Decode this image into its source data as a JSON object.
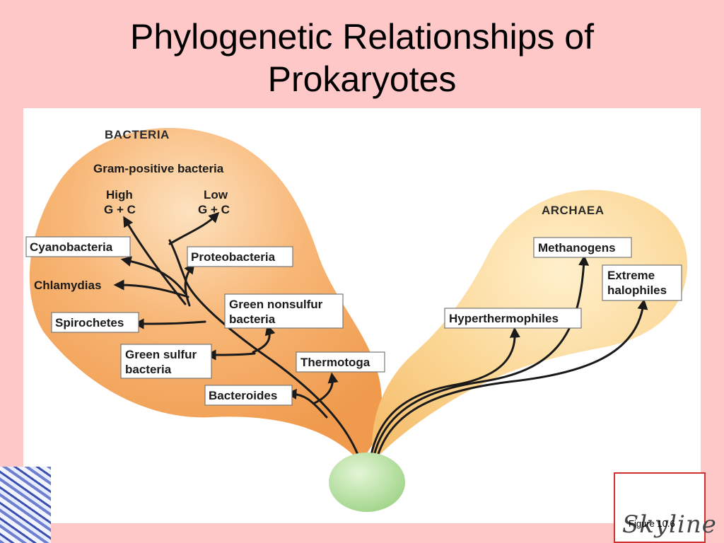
{
  "title_line1": "Phylogenetic Relationships of",
  "title_line2": "Prokaryotes",
  "bacteria": {
    "header": "BACTERIA",
    "gram_positive": "Gram-positive bacteria",
    "high_l1": "High",
    "high_l2": "G + C",
    "low_l1": "Low",
    "low_l2": "G + C",
    "cyanobacteria": "Cyanobacteria",
    "chlamydias": "Chlamydias",
    "spirochetes": "Spirochetes",
    "proteobacteria": "Proteobacteria",
    "green_nonsulfur_l1": "Green nonsulfur",
    "green_nonsulfur_l2": "bacteria",
    "green_sulfur_l1": "Green sulfur",
    "green_sulfur_l2": "bacteria",
    "thermotoga": "Thermotoga",
    "bacteroides": "Bacteroides"
  },
  "archaea": {
    "header": "ARCHAEA",
    "methanogens": "Methanogens",
    "extreme_l1": "Extreme",
    "extreme_l2": "halophiles",
    "hyperthermophiles": "Hyperthermophiles"
  },
  "caption": "Figure 10.6",
  "logo": "Skyline",
  "colors": {
    "slide_bg": "#ffc8c8",
    "bacteria_fill": "#f4a460",
    "archaea_fill": "#fcd48c",
    "root_fill": "#b8e0a0"
  }
}
